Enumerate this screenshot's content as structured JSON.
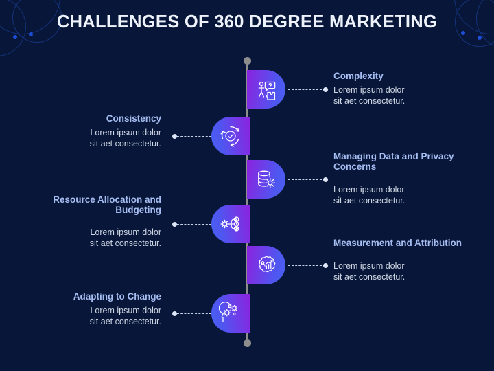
{
  "title": "CHALLENGES OF 360 DEGREE MARKETING",
  "colors": {
    "background": "#081739",
    "title": "#eef2fb",
    "heading": "#a6bdf2",
    "body": "#cfd6e4",
    "spine": "#8d8d8d",
    "badge_gradient_start": "#8b22e0",
    "badge_gradient_end": "#4a60f2",
    "connector": "#c9d2e8",
    "deco_ring": "#15327a",
    "deco_dot": "#1d4ed8"
  },
  "items": [
    {
      "id": "complexity",
      "side": "right",
      "heading": "Complexity",
      "body_lines": [
        "Lorem ipsum dolor",
        "sit aet consectetur."
      ],
      "icon": "person-question-puzzle-icon"
    },
    {
      "id": "consistency",
      "side": "left",
      "heading": "Consistency",
      "body_lines": [
        "Lorem ipsum dolor",
        "sit aet consectetur."
      ],
      "icon": "check-circle-arrows-icon"
    },
    {
      "id": "managing-data-and-privacy-concerns",
      "side": "right",
      "heading": "Managing Data and Privacy Concerns",
      "body_lines": [
        "Lorem ipsum dolor",
        "sit aet consectetur."
      ],
      "icon": "database-gear-icon"
    },
    {
      "id": "resource-allocation-and-budgeting",
      "side": "left",
      "heading": "Resource Allocation and Budgeting",
      "body_lines": [
        "Lorem ipsum dolor",
        "sit aet consectetur."
      ],
      "icon": "gear-resource-nodes-icon"
    },
    {
      "id": "measurement-and-attribution",
      "side": "right",
      "heading": "Measurement and Attribution",
      "body_lines": [
        "Lorem ipsum dolor",
        "sit aet consectetur."
      ],
      "icon": "bar-chart-gear-icon"
    },
    {
      "id": "adapting-to-change",
      "side": "left",
      "heading": "Adapting to Change",
      "body_lines": [
        "Lorem ipsum dolor",
        "sit aet consectetur."
      ],
      "icon": "head-gears-icon"
    }
  ]
}
